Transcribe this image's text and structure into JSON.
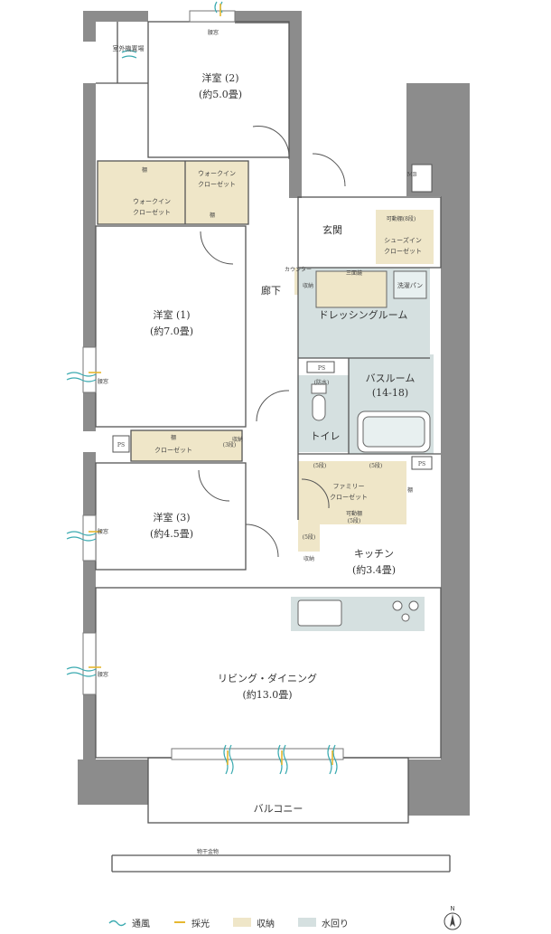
{
  "rooms": {
    "western2": {
      "name": "洋室 (2)",
      "size": "(約5.0畳)"
    },
    "western1": {
      "name": "洋室 (1)",
      "size": "(約7.0畳)"
    },
    "western3": {
      "name": "洋室 (3)",
      "size": "(約4.5畳)"
    },
    "ldk": {
      "name": "リビング・ダイニング",
      "size": "(約13.0畳)"
    },
    "kitchen": {
      "name": "キッチン",
      "size": "(約3.4畳)"
    },
    "genkan": "玄関",
    "corridor": "廊下",
    "dressing": "ドレッシングルーム",
    "bath": {
      "name": "バスルーム",
      "size": "(14-18)"
    },
    "toilet": "トイレ",
    "balcony": "バルコニー",
    "outdoor_unit": "室外機置場"
  },
  "labels": {
    "wic1_a": "ウォークイン",
    "wic1_b": "クローゼット",
    "wic2_a": "ウォークイン",
    "wic2_b": "クローゼット",
    "closet": "クローゼット",
    "shoes_a": "シューズイン",
    "shoes_b": "クローゼット",
    "family_a": "ファミリー",
    "family_b": "クローゼット",
    "shelf": "棚",
    "storage": "収納",
    "ps": "PS",
    "mb": "MB",
    "counter": "カウンター",
    "mirror": "三面鏡",
    "laundry": "洗濯パン",
    "movable_shelf_8": "可動棚(8段)",
    "movable_shelf": "可動棚",
    "five_steps": "(5段)",
    "three_steps": "(3段)",
    "hanger": "物干金物",
    "window_shutter": "腰窓",
    "dangi": "(防水)"
  },
  "legend": {
    "ventilation": "通風",
    "lighting": "採光",
    "storage": "収納",
    "water": "水回り"
  },
  "compass": "N",
  "colors": {
    "wall": "#8c8c8c",
    "storage": "#efe6c8",
    "water": "#d5e0e0",
    "line": "#555555",
    "wind": "#3aaab0",
    "light": "#e6b830"
  }
}
